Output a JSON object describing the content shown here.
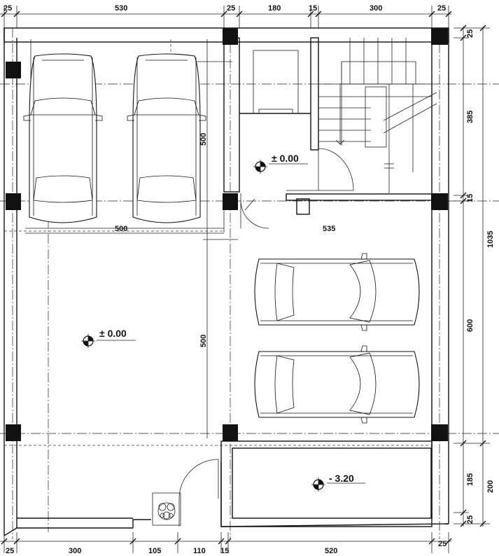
{
  "dimensions": {
    "top": {
      "d1": "25",
      "d2": "530",
      "d3": "25",
      "d4": "180",
      "d5": "15",
      "d6": "300",
      "d7": "25"
    },
    "bottom": {
      "d1": "25",
      "d2": "300",
      "d3": "105",
      "d4": "110",
      "d5": "15",
      "d6": "520",
      "d7": "25"
    },
    "right_inner": {
      "d1": "25",
      "d2": "385",
      "d3": "15",
      "d4": "600",
      "d5": "185",
      "d6": "25"
    },
    "right_outer": {
      "d1": "1035",
      "d2": "200"
    },
    "interior": {
      "garage_left_width": "500",
      "garage_right_width": "535",
      "car_bay_depth_top": "500",
      "car_bay_depth_mid": "500"
    }
  },
  "levels": {
    "hall": "± 0.00",
    "garage": "± 0.00",
    "pit": "- 3.20"
  }
}
